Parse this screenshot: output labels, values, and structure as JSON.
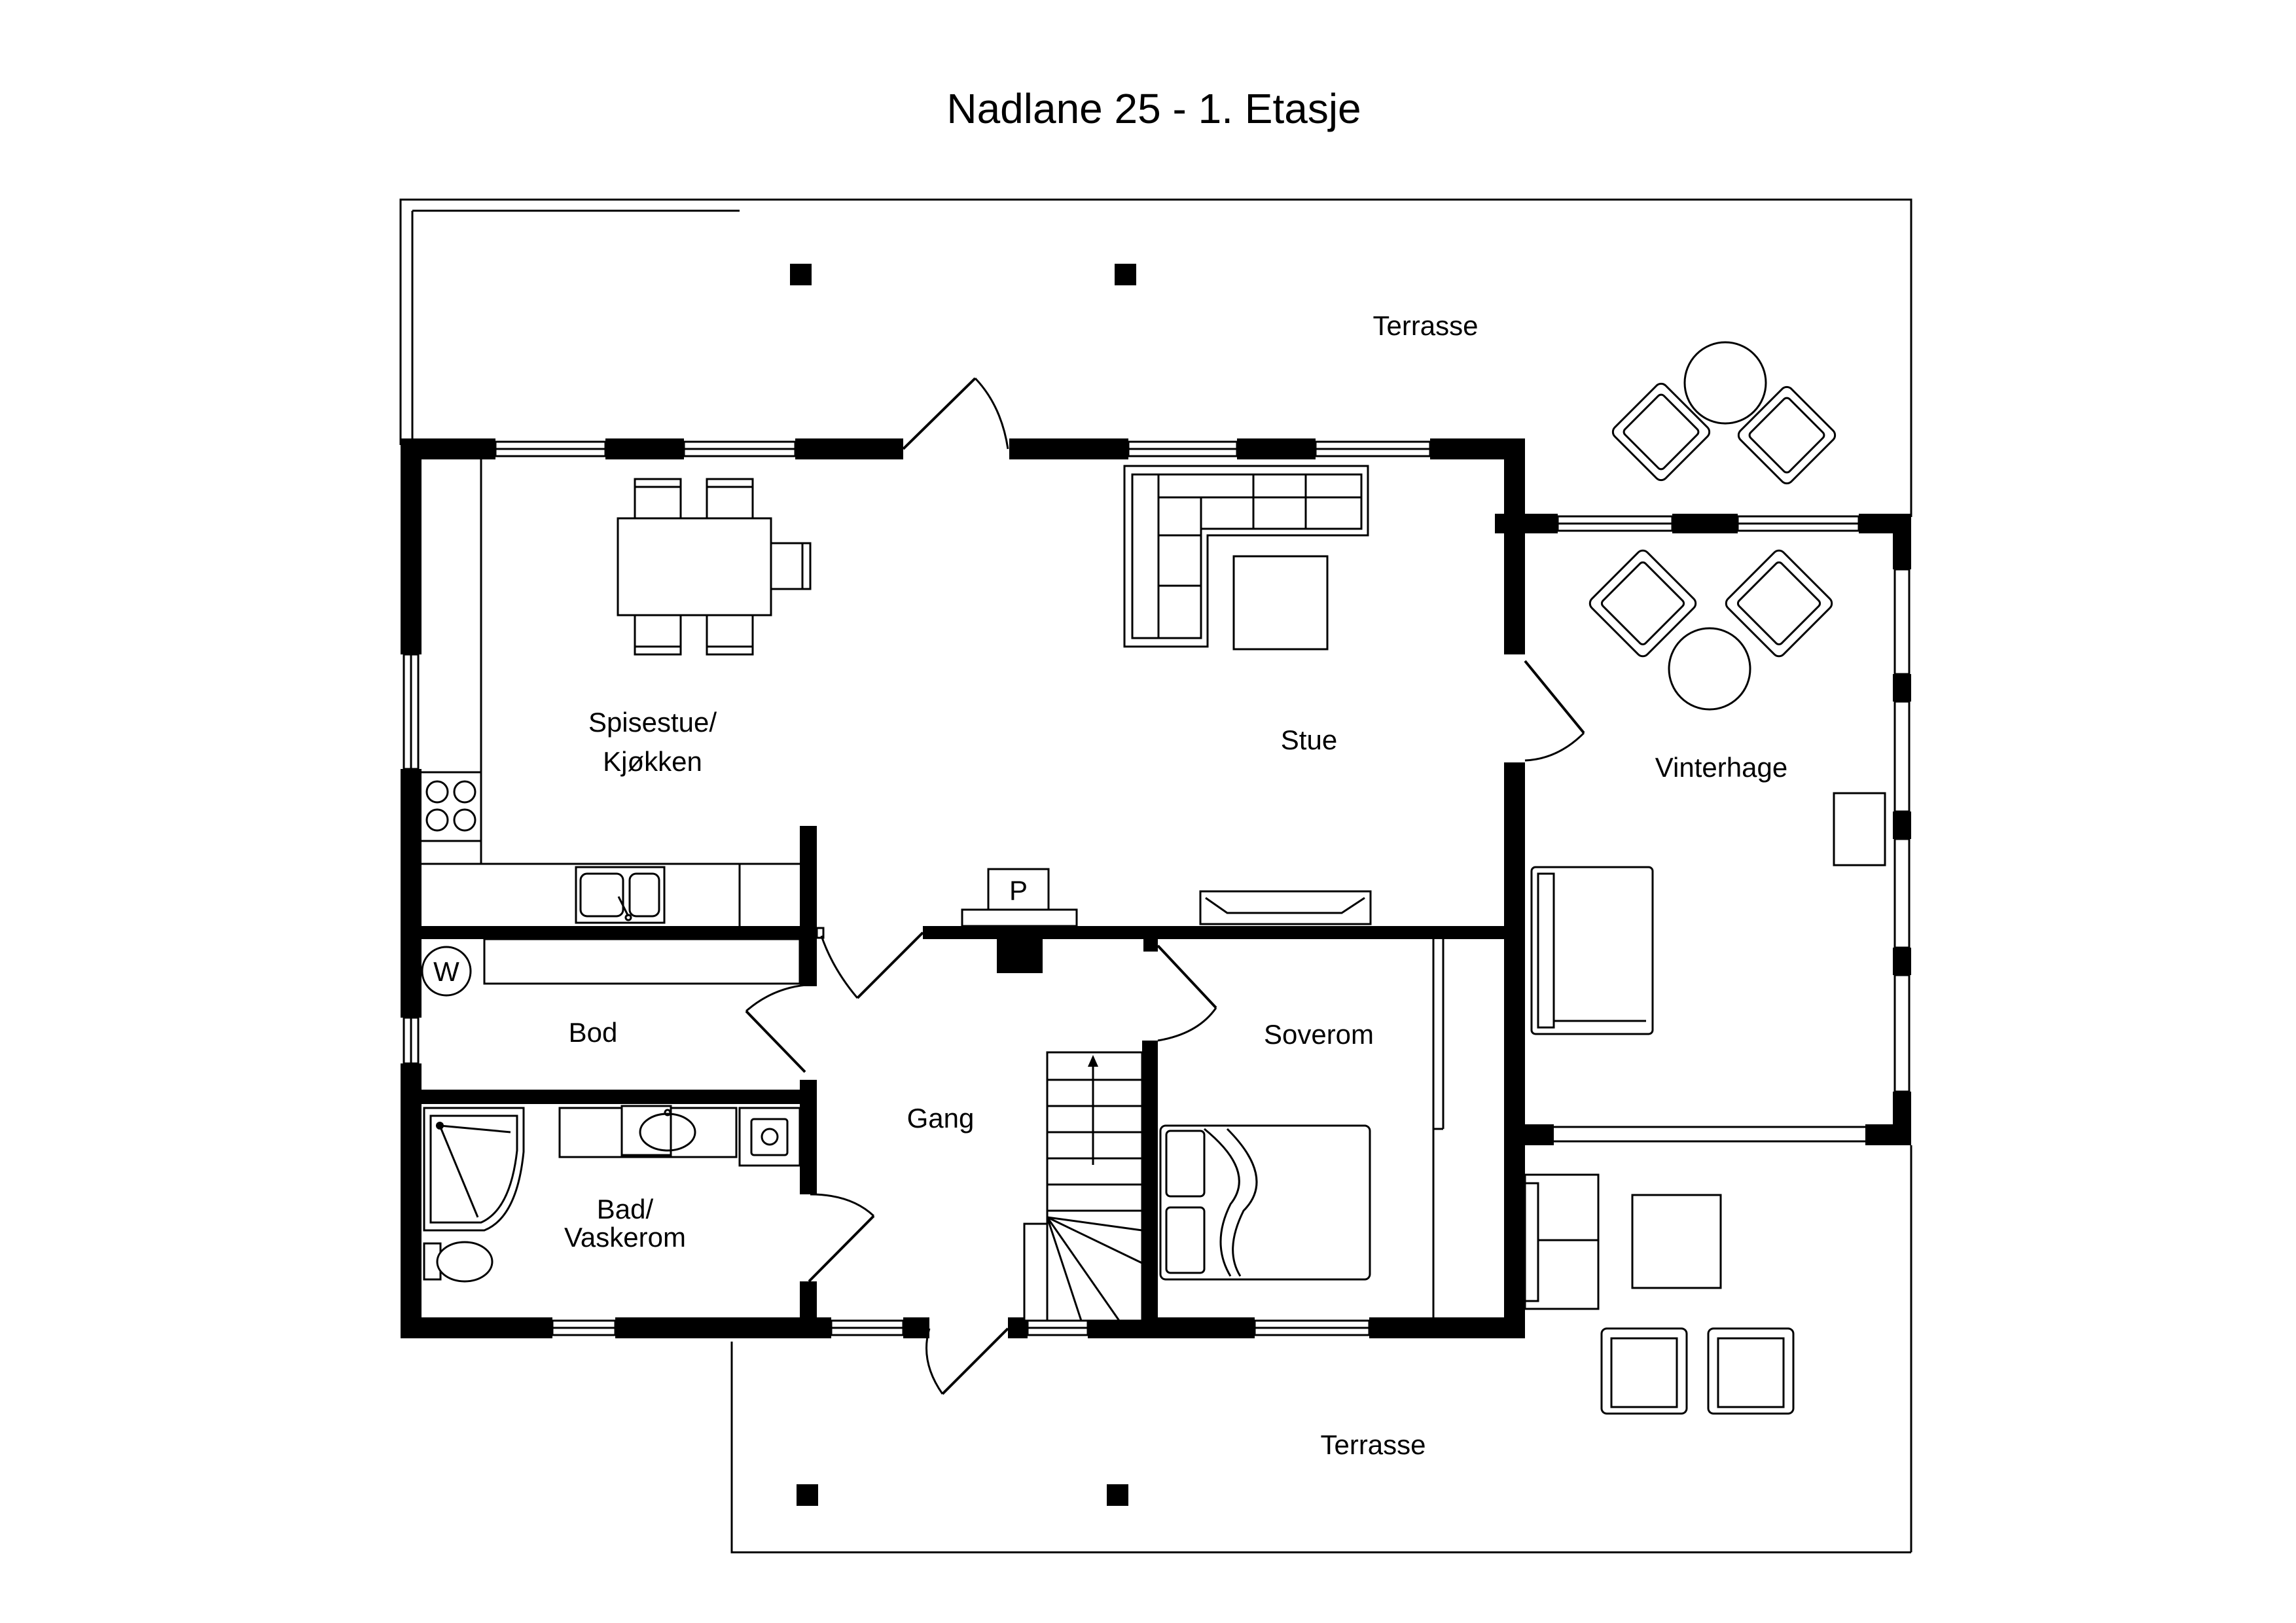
{
  "plan": {
    "title": "Nadlane 25 - 1. Etasje",
    "rooms": {
      "terrace_top": "Terrasse",
      "dining_line1": "Spisestue/",
      "dining_line2": "Kjøkken",
      "living": "Stue",
      "winter_garden": "Vinterhage",
      "storage": "Bod",
      "bedroom": "Soverom",
      "hall": "Gang",
      "bath_line1": "Bad/",
      "bath_line2": "Vaskerom",
      "terrace_bottom": "Terrasse"
    },
    "symbols": {
      "fireplace": "P",
      "washer": "W"
    }
  }
}
